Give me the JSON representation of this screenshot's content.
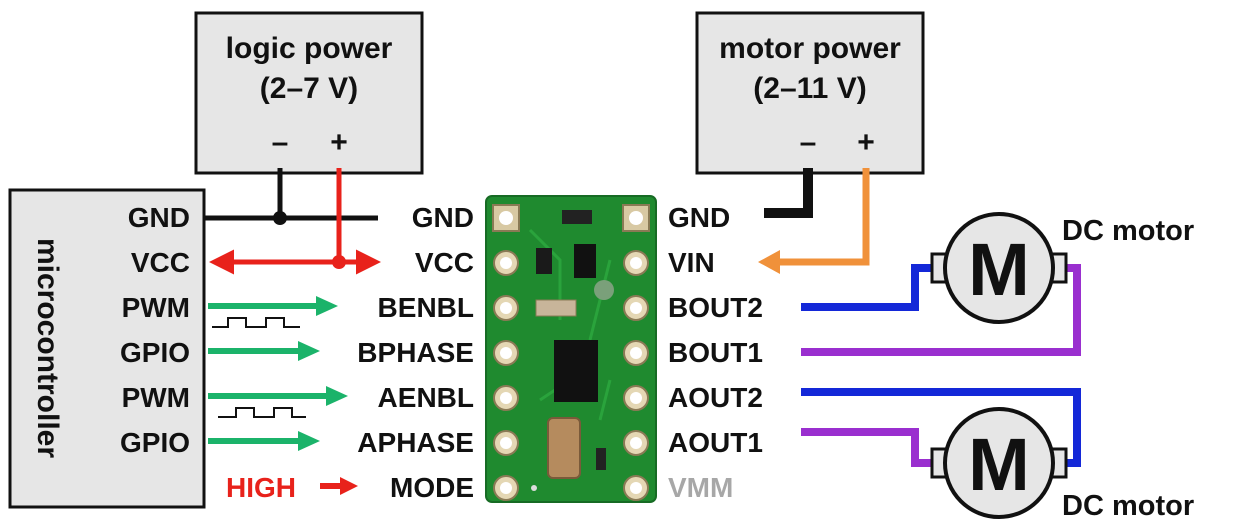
{
  "logic_power": {
    "title": "logic power",
    "range": "(2–7 V)",
    "minus": "–",
    "plus": "+"
  },
  "motor_power": {
    "title": "motor power",
    "range": "(2–11 V)",
    "minus": "–",
    "plus": "+"
  },
  "microcontroller": {
    "title": "microcontroller",
    "pins": [
      "GND",
      "VCC",
      "PWM",
      "GPIO",
      "PWM",
      "GPIO"
    ]
  },
  "driver_left_pins": [
    "GND",
    "VCC",
    "BENBL",
    "BPHASE",
    "AENBL",
    "APHASE",
    "MODE"
  ],
  "driver_right_pins": [
    "GND",
    "VIN",
    "BOUT2",
    "BOUT1",
    "AOUT2",
    "AOUT1",
    "VMM"
  ],
  "high_label": "HIGH",
  "motors": {
    "symbol": "M",
    "top_label": "DC motor",
    "bottom_label": "DC motor"
  },
  "colors": {
    "ground_wire": "#111111",
    "logic_plus_wire": "#e8221b",
    "motor_plus_wire": "#f0913a",
    "signal_arrow": "#1bb36a",
    "bout2_wire": "#1428d8",
    "bout1_wire": "#9a2fcf",
    "high_label": "#e8221b",
    "vmm_label": "#a7a7a7",
    "board_green": "#1f8a2f",
    "box_fill": "#e6e6e6"
  }
}
